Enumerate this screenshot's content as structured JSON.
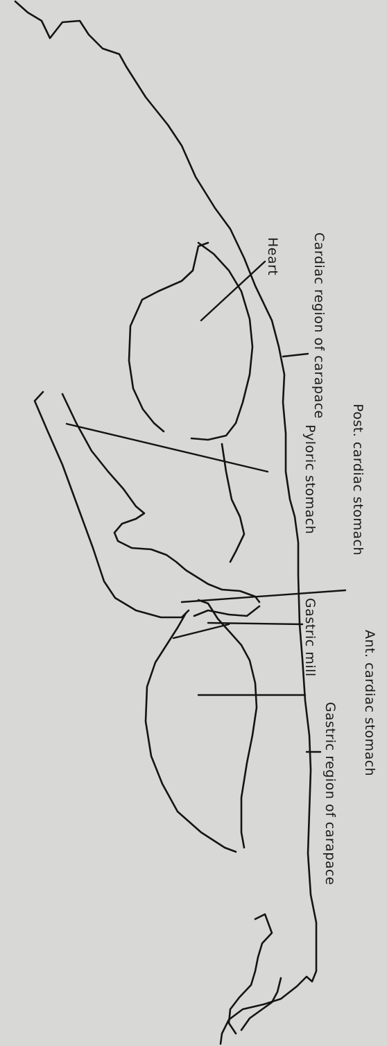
{
  "diagram": {
    "labels": {
      "cardiac_region": "Cardiac region of carapace",
      "heart": "Heart",
      "post_cardiac_stomach": "Post. cardiac stomach",
      "pyloric_stomach": "Pyloric stomach",
      "gastric_mill": "Gastric mill",
      "ant_cardiac_stomach": "Ant. cardiac stomach",
      "gastric_region": "Gastric region of carapace"
    }
  }
}
